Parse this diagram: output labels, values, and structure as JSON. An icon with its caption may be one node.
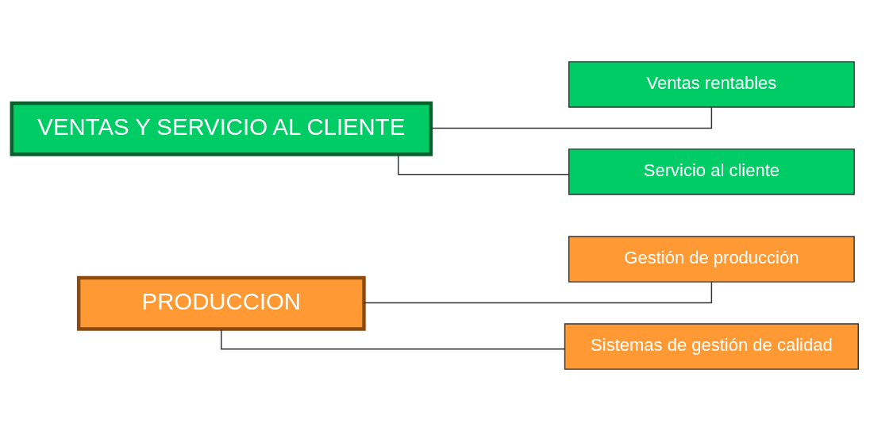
{
  "diagram": {
    "nodes": [
      {
        "text": [
          "PRODUCCION"
        ]
      },
      {
        "text": [
          "Gestión de producción"
        ]
      },
      {
        "text": [
          "Sistemas de gestión de calidad"
        ]
      },
      {
        "text": [
          "VENTAS Y SERVICIO AL CLIENTE"
        ]
      },
      {
        "text": [
          "Ventas rentables"
        ]
      },
      {
        "text": [
          "Servicio al cliente"
        ]
      }
    ],
    "edges": [
      {
        "from": 0,
        "to": 1,
        "arrow": "none"
      },
      {
        "from": 0,
        "to": 2,
        "arrow": "none"
      },
      {
        "from": 3,
        "to": 4,
        "arrow": "none"
      },
      {
        "from": 3,
        "to": 5,
        "arrow": "none"
      }
    ]
  }
}
